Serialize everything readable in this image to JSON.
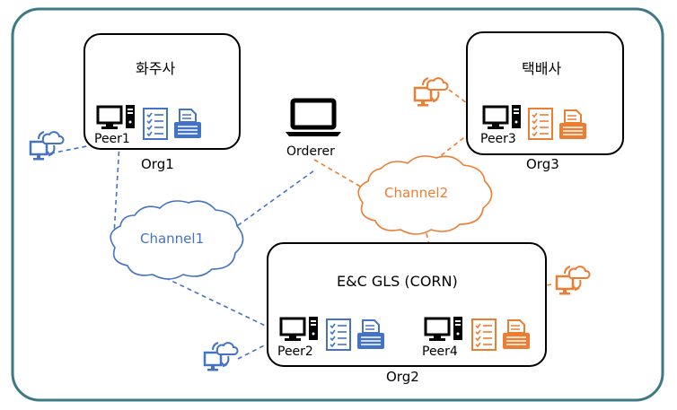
{
  "colors": {
    "frame": "#3d7a86",
    "blue": "#4472c4",
    "orange": "#ed7d31",
    "black": "#000000"
  },
  "orgs": {
    "org1": {
      "name": "화주사",
      "label": "Org1"
    },
    "org2": {
      "name": "E&C GLS (CORN)",
      "label": "Org2"
    },
    "org3": {
      "name": "택배사",
      "label": "Org3"
    }
  },
  "peers": {
    "peer1": "Peer1",
    "peer2": "Peer2",
    "peer3": "Peer3",
    "peer4": "Peer4"
  },
  "orderer": "Orderer",
  "channels": {
    "channel1": "Channel1",
    "channel2": "Channel2"
  },
  "icons": {
    "computer": "desktop-computer-icon",
    "ledger": "ledger-checklist-icon",
    "printer": "printer-icon",
    "laptop": "laptop-icon",
    "client": "client-cloud-sync-icon"
  }
}
